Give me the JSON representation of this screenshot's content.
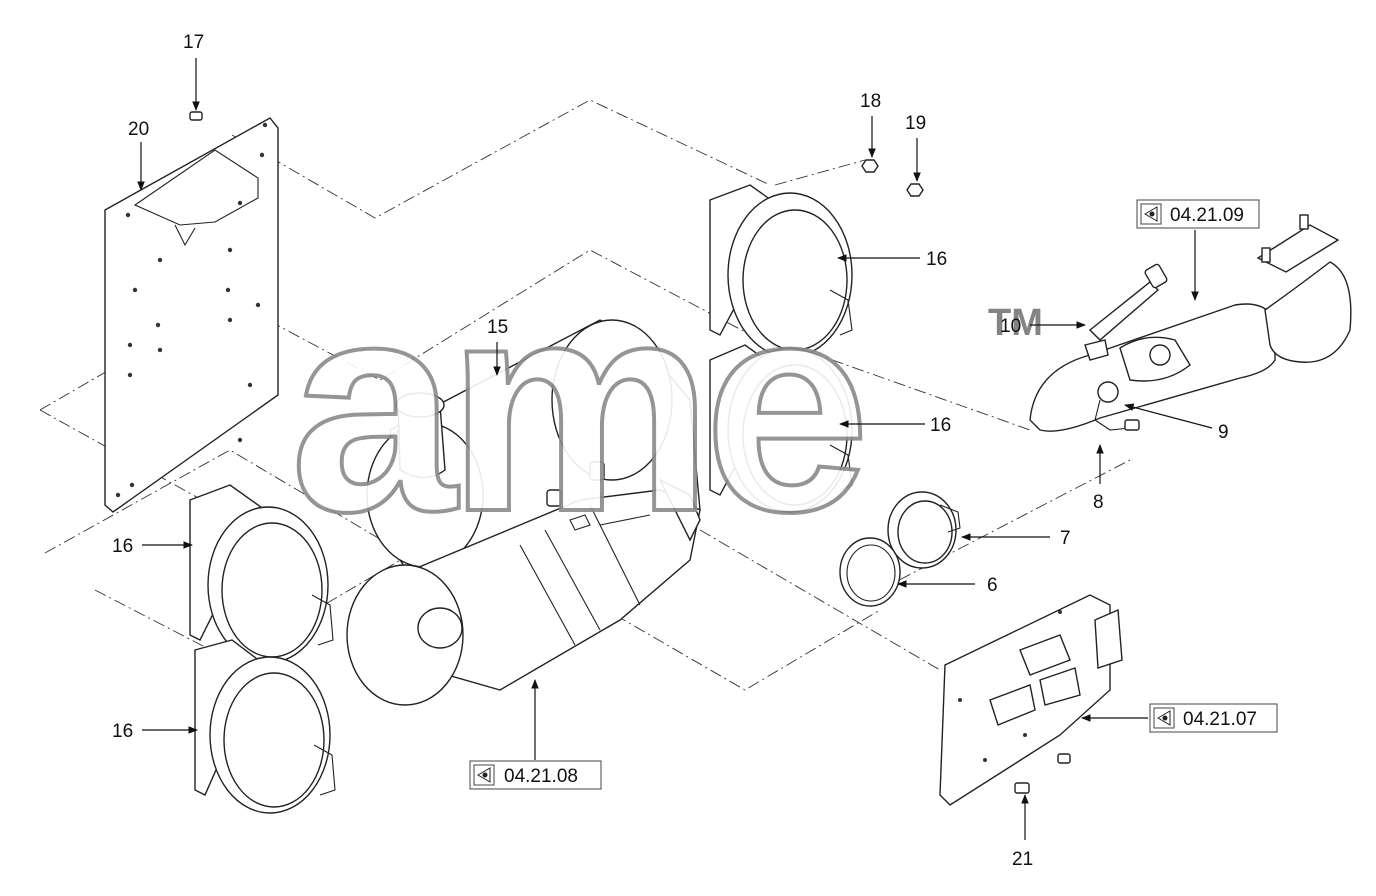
{
  "callouts": [
    {
      "id": "c17",
      "text": "17"
    },
    {
      "id": "c20",
      "text": "20"
    },
    {
      "id": "c18",
      "text": "18"
    },
    {
      "id": "c19",
      "text": "19"
    },
    {
      "id": "c16a",
      "text": "16"
    },
    {
      "id": "c16b",
      "text": "16"
    },
    {
      "id": "c16c",
      "text": "16"
    },
    {
      "id": "c16d",
      "text": "16"
    },
    {
      "id": "c15",
      "text": "15"
    },
    {
      "id": "c10",
      "text": "10"
    },
    {
      "id": "c9",
      "text": "9"
    },
    {
      "id": "c8",
      "text": "8"
    },
    {
      "id": "c7",
      "text": "7"
    },
    {
      "id": "c6",
      "text": "6"
    },
    {
      "id": "c21",
      "text": "21"
    }
  ],
  "references": [
    {
      "id": "r0409",
      "text": "04.21.09"
    },
    {
      "id": "r0408",
      "text": "04.21.08"
    },
    {
      "id": "r0407",
      "text": "04.21.07"
    }
  ],
  "watermark": {
    "text": "ame",
    "trademark": "TM"
  },
  "colors": {
    "line": "#222222",
    "watermark_stroke": "#8a8a8a",
    "background": "#ffffff"
  }
}
